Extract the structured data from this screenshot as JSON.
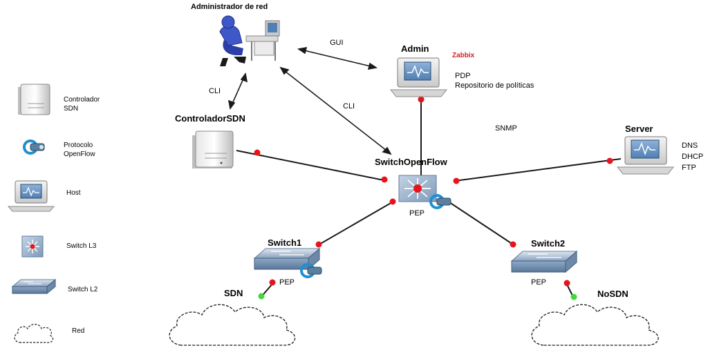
{
  "legend": {
    "items": [
      {
        "icon": "server-icon",
        "label": "Controlador SDN"
      },
      {
        "icon": "openflow-protocol-icon",
        "label": "Protocolo OpenFlow"
      },
      {
        "icon": "host-icon",
        "label": "Host"
      },
      {
        "icon": "switch-l3-icon",
        "label": "Switch L3"
      },
      {
        "icon": "switch-l2-icon",
        "label": "Switch L2"
      },
      {
        "icon": "cloud-icon",
        "label": "Red"
      }
    ],
    "labels_lines": {
      "controlador_1": "Controlador",
      "controlador_2": "SDN",
      "protocolo_1": "Protocolo",
      "protocolo_2": "OpenFlow",
      "host": "Host",
      "switch_l3": "Switch L3",
      "switch_l2": "Switch L2",
      "red": "Red"
    }
  },
  "nodes": {
    "administrator": {
      "title": "Administrador de red",
      "icon": "network-administrator-icon"
    },
    "admin": {
      "title": "Admin",
      "tag": "Zabbix",
      "info_1": "PDP",
      "info_2": "Repositorio de políticas",
      "icon": "host-icon"
    },
    "controller": {
      "title": "ControladorSDN",
      "icon": "server-icon"
    },
    "switch_openflow": {
      "title": "SwitchOpenFlow",
      "sub": "PEP",
      "icon": "switch-l3-icon"
    },
    "server": {
      "title": "Server",
      "svc_1": "DNS",
      "svc_2": "DHCP",
      "svc_3": "FTP",
      "icon": "host-icon"
    },
    "switch1": {
      "title": "Switch1",
      "sub": "PEP",
      "icon": "switch-l2-icon"
    },
    "switch2": {
      "title": "Switch2",
      "sub": "PEP",
      "icon": "switch-l2-icon"
    },
    "sdn_cloud": {
      "title": "SDN",
      "icon": "cloud-icon"
    },
    "nosdn_cloud": {
      "title": "NoSDN",
      "icon": "cloud-icon"
    }
  },
  "links": {
    "gui": "GUI",
    "cli_controller": "CLI",
    "cli_switch": "CLI",
    "snmp": "SNMP"
  },
  "colors": {
    "link": "#1a1a1a",
    "endpoint_red": "#e8141c",
    "endpoint_green": "#3fd93a",
    "tag_red": "#d42020",
    "icon_blue": "#5b87b8"
  }
}
